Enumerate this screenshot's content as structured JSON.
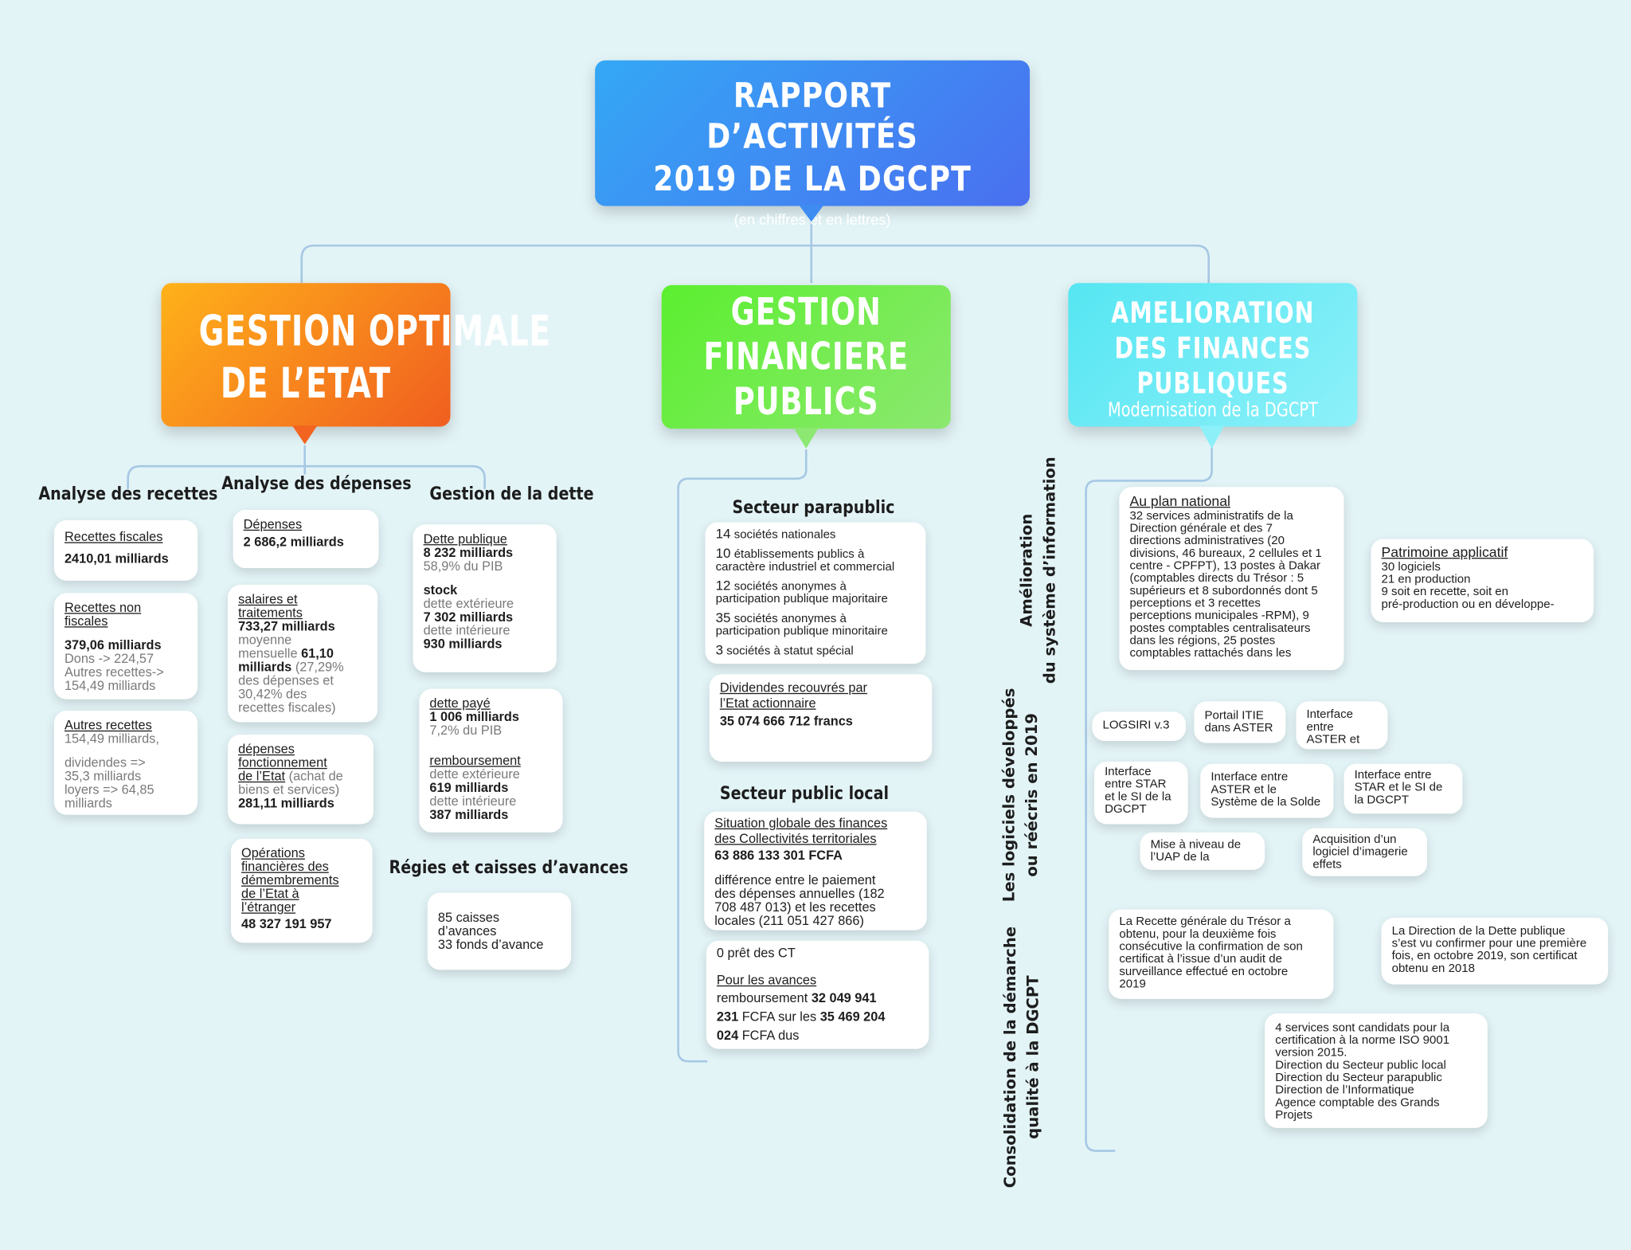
{
  "header": {
    "title_line1": "RAPPORT D’ACTIVITÉS",
    "title_line2": "2019 DE LA DGCPT",
    "subtitle": "(en chiffres et en lettres)"
  },
  "columns": {
    "gestion_optimale": {
      "line1": "GESTION OPTIMALE",
      "line2": "DE L’ETAT",
      "color_from": "#ffb11a",
      "color_to": "#f2601d"
    },
    "gestion_financiere": {
      "line1": "GESTION",
      "line2": "FINANCIERE",
      "line3": "PUBLICS",
      "color_from": "#6df03a",
      "color_to": "#8ee86b"
    },
    "amelioration": {
      "line1": "AMELIORATION",
      "line2": "DES FINANCES",
      "line3": "PUBLIQUES",
      "sub": "Modernisation de la DGCPT",
      "color_from": "#5de8f3",
      "color_to": "#8ef0fa"
    }
  },
  "recettes": {
    "title": "Analyse des recettes",
    "fiscales_label": "Recettes fiscales",
    "fiscales_value": "2410,01 milliards",
    "nonfisc_label1": "Recettes non",
    "nonfisc_label2": "fiscales",
    "nonfisc_value": "379,06 milliards",
    "nonfisc_g1": "Dons -> 224,57",
    "nonfisc_g2": "Autres recettes->",
    "nonfisc_g3": "154,49 milliards",
    "autres_label": "Autres recettes",
    "autres_g1": "154,49 milliards,",
    "autres_g2": "dividendes =>",
    "autres_g3": "35,3 milliards",
    "autres_g4": "loyers => 64,85",
    "autres_g5": "milliards"
  },
  "depenses": {
    "title": "Analyse des dépenses",
    "dep_label": "Dépenses",
    "dep_value": "2 686,2 milliards",
    "sal_label1": "salaires et",
    "sal_label2": "traitements",
    "sal_value": "733,27 milliards",
    "sal_g1": "moyenne",
    "sal_g2": "mensuelle",
    "sal_b1": "61,10",
    "sal_b2": "milliards",
    "sal_g3": "(27,29%",
    "sal_g4": "des dépenses et",
    "sal_g5": "30,42% des",
    "sal_g6": "recettes fiscales)",
    "fonc_label1": "dépenses",
    "fonc_label2": "fonctionnement",
    "fonc_label3": "de l’Etat",
    "fonc_g1": "(achat de",
    "fonc_g2": "biens et services)",
    "fonc_value": "281,11 milliards",
    "ops_label1": "Opérations",
    "ops_label2": "financières des",
    "ops_label3": "démembrements",
    "ops_label4": "de l’Etat à",
    "ops_label5": "l’étranger",
    "ops_value": "48 327 191 957"
  },
  "dette": {
    "title": "Gestion de la dette",
    "pub_label": "Dette publique",
    "pub_value": "8 232 milliards",
    "pub_g": "58,9% du PIB",
    "stock_label": "stock",
    "stock_g1": "dette extérieure",
    "stock_v1": "7 302 milliards",
    "stock_g2": "dette intérieure",
    "stock_v2": "930 milliards",
    "paye_label": "dette payé",
    "paye_value": "1 006 milliards",
    "paye_g": "7,2% du PIB",
    "remb_label": "remboursement",
    "remb_g1": "dette extérieure",
    "remb_v1": "619 milliards",
    "remb_g2": "dette intérieure",
    "remb_v2": "387 milliards"
  },
  "regies": {
    "title": "Régies et caisses d’avances",
    "l1": "85 caisses",
    "l2": "d’avances",
    "l3": "33 fonds d’avance"
  },
  "parapublic": {
    "title": "Secteur parapublic",
    "i1n": "14",
    "i1": "sociétés nationales",
    "i2n": "10",
    "i2a": "établissements publics à",
    "i2b": "caractère industriel et commercial",
    "i3n": "12",
    "i3a": "sociétés anonymes à",
    "i3b": "participation publique majoritaire",
    "i4n": "35",
    "i4a": "sociétés anonymes à",
    "i4b": "participation publique minoritaire",
    "i5n": "3",
    "i5": "sociétés à statut spécial",
    "div_label1": "Dividendes recouvrés par",
    "div_label2": "l’Etat actionnaire",
    "div_value": "35 074 666 712 francs"
  },
  "local": {
    "title": "Secteur public local",
    "sit_label1": "Situation globale des finances",
    "sit_label2": "des Collectivités territoriales",
    "sit_value": "63 886 133 301 FCFA",
    "diff1": "différence entre le paiement",
    "diff2": "des dépenses annuelles (182",
    "diff3": "708 487 013) et les recettes",
    "diff4": "locales (211 051 427 866)",
    "pret": "0 prêt des CT",
    "av_label": "Pour les avances",
    "av1a": "remboursement",
    "av1b": "32 049 941",
    "av2a": "231",
    "av2b": "FCFA sur les",
    "av2c": "35 469 204",
    "av3a": "024",
    "av3b": "FCFA dus"
  },
  "modernisation": {
    "vert1_l1": "Amélioration",
    "vert1_l2": "du système d’information",
    "vert2_l1": "Les logiciels développés",
    "vert2_l2": "ou réécris en 2019",
    "vert3_l1": "Consolidation de la démarche",
    "vert3_l2": "qualité à la DGCPT",
    "nat_label": "Au plan national",
    "nat1": "32 services administratifs de la",
    "nat2": "Direction générale et des 7",
    "nat3": "directions administratives (20",
    "nat4": "divisions, 46 bureaux, 2 cellules et 1",
    "nat5": "centre - CPFPT),  13 postes à Dakar",
    "nat6": "(comptables directs du Trésor : 5",
    "nat7": "supérieurs et 8 subordonnés dont 5",
    "nat8": "perceptions et 3 recettes",
    "nat9": "perceptions municipales -RPM), 9",
    "nat10": "postes comptables centralisateurs",
    "nat11": "dans les régions, 25 postes",
    "nat12": "comptables rattachés dans les",
    "pat_label": "Patrimoine applicatif",
    "pat1": "30 logiciels",
    "pat2": "21 en production",
    "pat3": "9 soit  en recette, soit en",
    "pat4": "pré-production ou en développe-",
    "logsiri": "LOGSIRI v.3",
    "itie1": "Portail ITIE",
    "itie2": "dans ASTER",
    "aster1": "Interface",
    "aster2": "entre",
    "aster3": "ASTER et",
    "star1": "Interface",
    "star2": "entre STAR",
    "star3": "et le SI de la",
    "star4": "DGCPT",
    "solde1": "Interface entre",
    "solde2": "ASTER et le",
    "solde3": "Système de la Solde",
    "star2_1": "Interface entre",
    "star2_2": "STAR et le SI de",
    "star2_3": "la DGCPT",
    "uap1": "Mise à niveau de",
    "uap2": "l’UAP de la",
    "acq1": "Acquisition d’un",
    "acq2": "logiciel d’imagerie",
    "acq3": "effets",
    "rgt1": "La Recette générale du Trésor a",
    "rgt2": "obtenu, pour la deuxième fois",
    "rgt3": "consécutive la confirmation de son",
    "rgt4": "certificat à l’issue d’un audit de",
    "rgt5": "surveillance effectué en octobre",
    "rgt6": "2019",
    "ddp1": "La Direction de la Dette publique",
    "ddp2": "s’est vu confirmer pour une première",
    "ddp3": "fois, en octobre 2019, son certificat",
    "ddp4": "obtenu en 2018",
    "iso1": "4 services sont candidats pour la",
    "iso2": "certification à la norme ISO 9001",
    "iso3": "version 2015.",
    "iso4": "Direction du Secteur public local",
    "iso5": "Direction du Secteur parapublic",
    "iso6": "Direction de l’Informatique",
    "iso7": "Agence comptable des Grands",
    "iso8": "Projets"
  }
}
